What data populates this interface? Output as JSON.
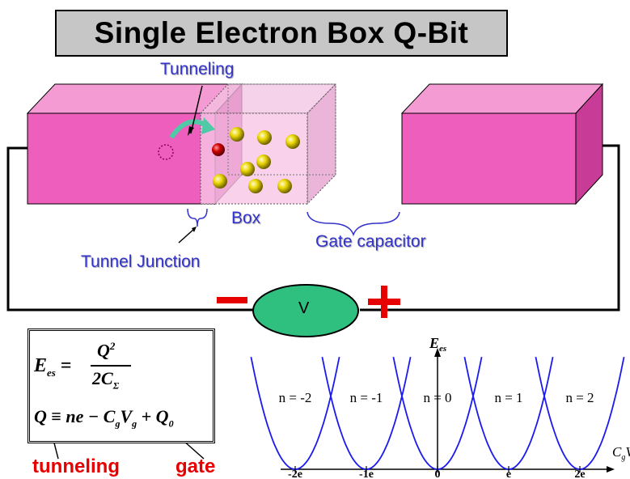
{
  "title": "Single Electron Box Q-Bit",
  "labels": {
    "tunneling": "Tunneling",
    "box": "Box",
    "gate_capacitor": "Gate capacitor",
    "tunnel_junction": "Tunnel Junction",
    "voltage": "V",
    "minus": "−",
    "plus": "+"
  },
  "formula": {
    "energy_lhs": "E",
    "energy_lhs_sub": "es",
    "energy_num": "Q",
    "energy_num_sup": "2",
    "energy_den": "2C",
    "energy_den_sub": "Σ",
    "charge": "Q ≡ ne − C",
    "charge_g1": "g",
    "charge_v": "V",
    "charge_g2": "g",
    "charge_plus": "+ Q",
    "charge_q0": "0",
    "tunneling_label": "tunneling",
    "gate_label": "gate"
  },
  "colors": {
    "electrode": "#ee5fbd",
    "electrode_dark": "#c03a90",
    "box_fill": "#f7c6e6",
    "electron_gold": "#e8d300",
    "electron_red": "#cc0000",
    "label_blue": "#3333cc",
    "parabola": "#1a1aee",
    "voltage_fill": "#2fbf7e",
    "sign_red": "#e60000"
  },
  "chart_data": {
    "type": "line",
    "title": "",
    "ylabel": "E_es",
    "xlabel": "C_gV_g",
    "x_ticks": [
      "-2e",
      "-1e",
      "0",
      "e",
      "2e"
    ],
    "x_tick_values": [
      -2,
      -1,
      0,
      1,
      2
    ],
    "series": [
      {
        "name": "n = -2",
        "center": -2
      },
      {
        "name": "n = -1",
        "center": -1
      },
      {
        "name": "n = 0",
        "center": 0
      },
      {
        "name": "n = 1",
        "center": 1
      },
      {
        "name": "n = 2",
        "center": 2
      }
    ],
    "grid": false
  }
}
